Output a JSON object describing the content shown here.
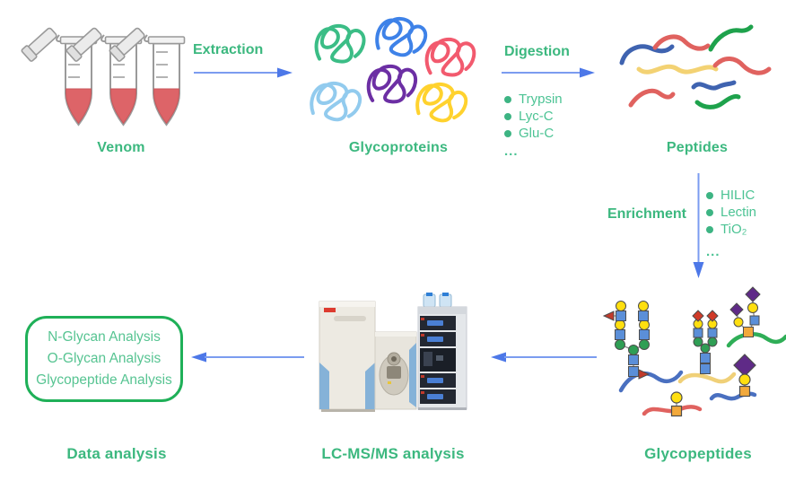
{
  "colors": {
    "label_green": "#3cb87f",
    "bullet_green": "#4cc394",
    "arrow_blue": "#7b9cf0",
    "arrow_head_blue": "#4d78e8",
    "box_border_green": "#1fb058",
    "box_text_green": "#57c492"
  },
  "stages": {
    "venom": {
      "label": "Venom"
    },
    "glycoproteins": {
      "label": "Glycoproteins"
    },
    "peptides": {
      "label": "Peptides"
    },
    "glycopeptides": {
      "label": "Glycopeptides"
    },
    "lcms": {
      "label": "LC-MS/MS analysis"
    },
    "data_analysis": {
      "label": "Data analysis"
    }
  },
  "steps": {
    "extraction": {
      "label": "Extraction"
    },
    "digestion": {
      "label": "Digestion",
      "methods": [
        "Trypsin",
        "Lyc-C",
        "Glu-C"
      ],
      "more": "..."
    },
    "enrichment": {
      "label": "Enrichment",
      "methods": [
        "HILIC",
        "Lectin",
        "TiO₂"
      ],
      "more": "..."
    }
  },
  "analysis_box": {
    "items": [
      "N-Glycan Analysis",
      "O-Glycan Analysis",
      "Glycopeptide Analysis"
    ]
  }
}
